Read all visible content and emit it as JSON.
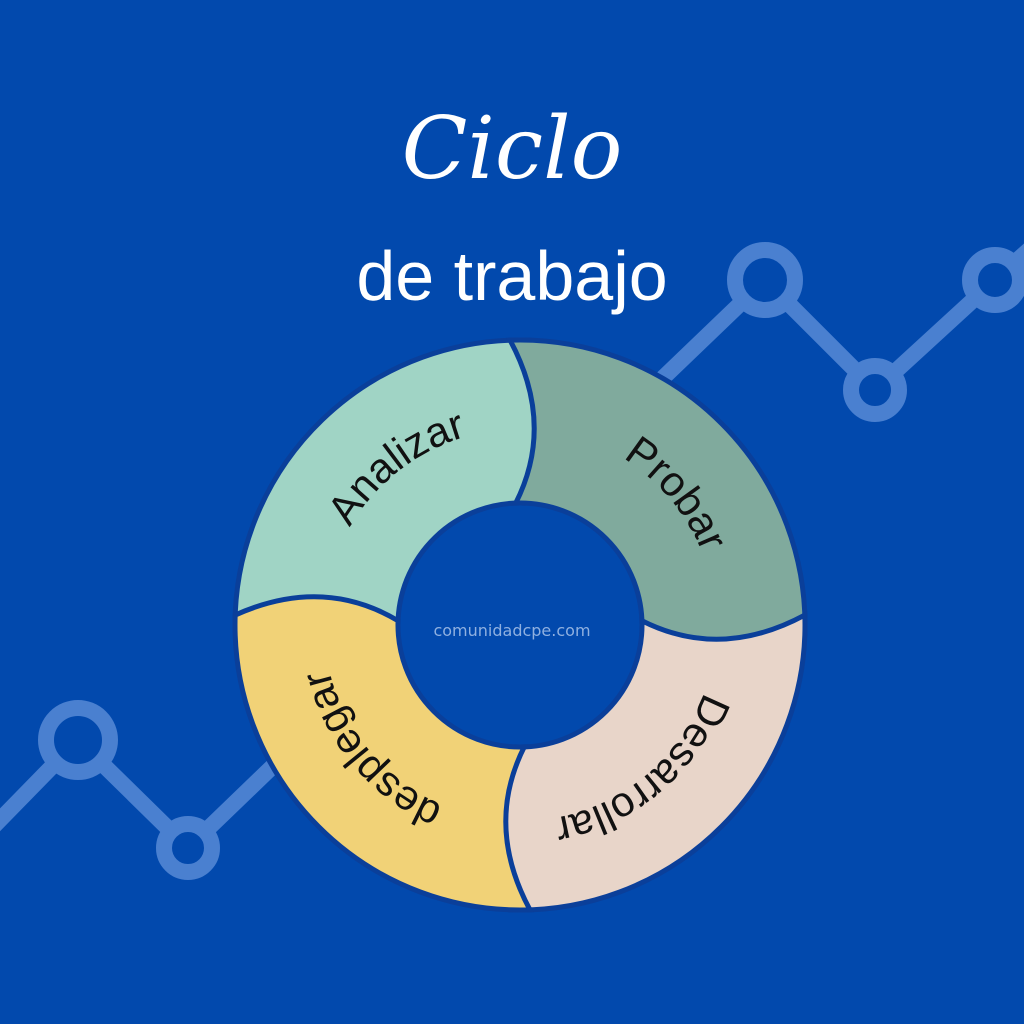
{
  "title": {
    "script": "Ciclo",
    "main": "de trabajo"
  },
  "watermark": "comunidadcpe.com",
  "colors": {
    "background": "#0249ad",
    "decor": "#4a80d0",
    "border": "#0a3f9a"
  },
  "cycle": [
    {
      "label": "Analizar",
      "color": "#a0d4c5"
    },
    {
      "label": "Probar",
      "color": "#80aa9d"
    },
    {
      "label": "Desarrollar",
      "color": "#e8d5c9"
    },
    {
      "label": "desplegar",
      "color": "#f1d277"
    }
  ]
}
